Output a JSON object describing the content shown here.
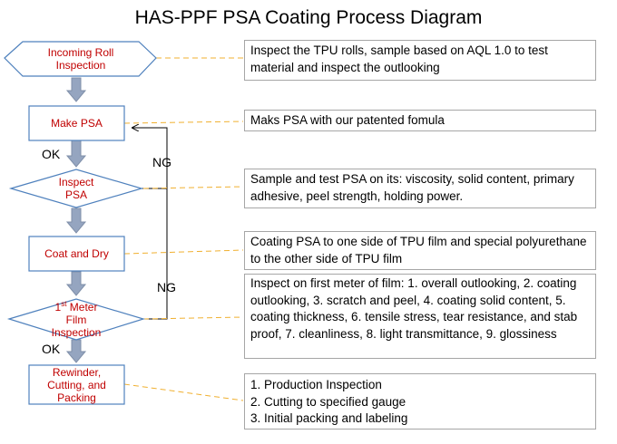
{
  "title": "HAS-PPF PSA Coating Process Diagram",
  "steps": {
    "incoming": "Incoming Roll\nInspection",
    "make_psa": "Make PSA",
    "inspect_psa": "Inspect\nPSA",
    "coat_dry": "Coat and Dry",
    "meter_sup": "st",
    "meter_rest": "Film\nInspection",
    "rewinder": "Rewinder,\nCutting, and\nPacking"
  },
  "meter_prefix": "1",
  "meter_suffix": " Meter",
  "flow_labels": {
    "ok1": "OK",
    "ok2": "OK",
    "ng1": "NG",
    "ng2": "NG"
  },
  "notes": {
    "incoming": "Inspect the TPU rolls, sample based on AQL 1.0 to test material and inspect the outlooking",
    "make_psa": "Maks PSA with our patented fomula",
    "inspect_psa": "Sample and test PSA on its: viscosity, solid content, primary adhesive, peel strength, holding power.",
    "coat_dry": "Coating PSA to one side of TPU film and special polyurethane to the other side of TPU film",
    "meter": "Inspect on first meter of film: 1. overall outlooking, 2. coating outlooking, 3. scratch and peel, 4. coating solid content, 5. coating thickness, 6. tensile stress, tear resistance, and stab proof, 7. cleanliness, 8. light transmittance, 9. glossiness",
    "rewinder": [
      "1. Production Inspection",
      "2. Cutting to specified gauge",
      "3. Initial packing and labeling"
    ]
  },
  "colors": {
    "shape_border": "#4f81bd",
    "step_text": "#c00000",
    "arrow_fill": "#95a5c0",
    "dashed_line": "#f0b030",
    "note_border": "#a6a6a6"
  }
}
